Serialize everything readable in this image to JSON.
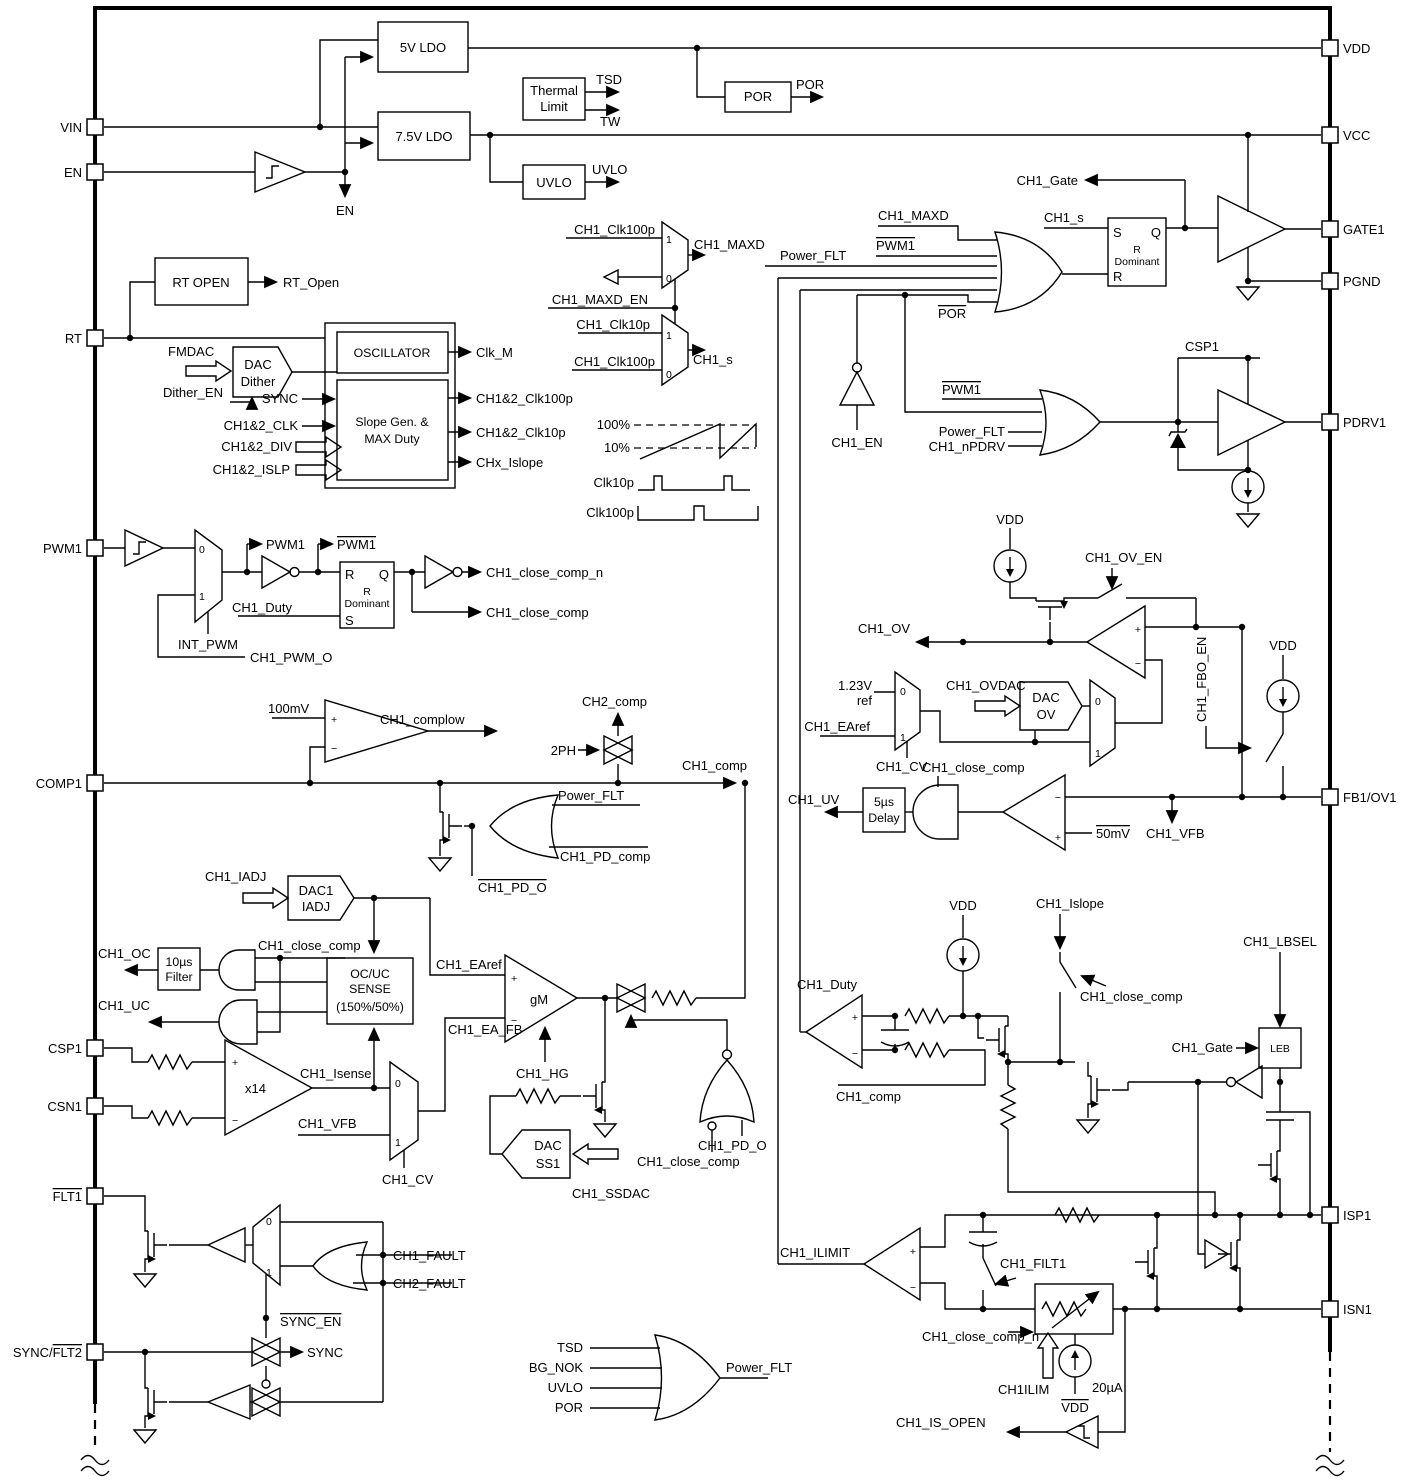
{
  "pins_left": [
    {
      "label": "VIN"
    },
    {
      "label": "EN"
    },
    {
      "label": "RT"
    },
    {
      "label": "PWM1"
    },
    {
      "label": "COMP1"
    },
    {
      "label": "CSP1"
    },
    {
      "label": "CSN1"
    },
    {
      "label": "FLT1",
      "overline": true
    },
    {
      "pre": "SYNC/",
      "ovpart": "FLT2"
    }
  ],
  "pins_right": [
    {
      "label": "VDD"
    },
    {
      "label": "VCC"
    },
    {
      "label": "GATE1"
    },
    {
      "label": "PGND"
    },
    {
      "label": "PDRV1"
    },
    {
      "label": "FB1/OV1"
    },
    {
      "label": "ISP1"
    },
    {
      "label": "ISN1"
    }
  ],
  "power": {
    "ldo5": "5V LDO",
    "ldo75": "7.5V LDO",
    "thermal1": "Thermal",
    "thermal2": "Limit",
    "tsd": "TSD",
    "tw": "TW",
    "por_block": "POR",
    "por_out": "POR",
    "uvlo_block": "UVLO",
    "uvlo_out": "UVLO",
    "en_net": "EN"
  },
  "osc": {
    "rt_open_block": "RT OPEN",
    "rt_open": "RT_Open",
    "fmdac": "FMDAC",
    "dac1": "DAC",
    "dac2": "Dither",
    "dither_en": "Dither_EN",
    "sync": "SYNC",
    "clk": "CH1&2_CLK",
    "div": "CH1&2_DIV",
    "islp": "CH1&2_ISLP",
    "oscillator": "OSCILLATOR",
    "slope1": "Slope Gen. &",
    "slope2": "MAX Duty",
    "clk_m": "Clk_M",
    "clk100": "CH1&2_Clk100p",
    "clk10": "CH1&2_Clk10p",
    "islope": "CHx_Islope"
  },
  "clocks": {
    "clk100p_a": "CH1_Clk100p",
    "maxd": "CH1_MAXD",
    "maxd_en": "CH1_MAXD_EN",
    "clk10p": "CH1_Clk10p",
    "clk100p_b": "CH1_Clk100p",
    "s": "CH1_s",
    "p100": "100%",
    "p10": "10%",
    "wave10": "Clk10p",
    "wave100": "Clk100p",
    "one": "1",
    "zero": "0"
  },
  "pwm": {
    "pwm1": "PWM1",
    "pwm1n": "PWM1",
    "int_pwm": "INT_PWM",
    "pwm_o": "CH1_PWM_O",
    "duty": "CH1_Duty",
    "r": "R",
    "s": "S",
    "q": "Q",
    "rdom1": "R",
    "rdom2": "Dominant",
    "ccn": "CH1_close_comp_n",
    "cc": "CH1_close_comp",
    "one": "1",
    "zero": "0"
  },
  "comp": {
    "mv100": "100mV",
    "complow": "CH1_complow",
    "ch2comp": "CH2_comp",
    "ph2": "2PH",
    "ch1comp": "CH1_comp",
    "pflt": "Power_FLT",
    "pdcomp": "CH1_PD_comp",
    "pdo": "CH1_PD_O"
  },
  "iadj": {
    "sig": "CH1_IADJ",
    "block1": "DAC1",
    "block2": "IADJ"
  },
  "oc": {
    "oc": "CH1_OC",
    "filter1": "10µs",
    "filter2": "Filter",
    "uc": "CH1_UC",
    "close_comp": "CH1_close_comp",
    "sense1": "OC/UC",
    "sense2": "SENSE",
    "sense3": "(150%/50%)",
    "x14": "x14",
    "isense": "CH1_Isense",
    "vfb": "CH1_VFB",
    "cv": "CH1_CV",
    "earef": "CH1_EAref",
    "eafb": "CH1_EA_FB",
    "one": "1",
    "zero": "0"
  },
  "gm": {
    "gm": "gM",
    "hg": "CH1_HG",
    "dac1": "DAC",
    "dac2": "SS1",
    "ssdac": "CH1_SSDAC",
    "close_comp": "CH1_close_comp",
    "pdo": "CH1_PD_O"
  },
  "gate": {
    "maxd": "CH1_MAXD",
    "pwm1n": "PWM1",
    "pflt": "Power_FLT",
    "por": "POR",
    "en": "CH1_EN",
    "s_sig": "CH1_s",
    "gate_sig": "CH1_Gate",
    "S": "S",
    "R": "R",
    "Q": "Q",
    "rdom1": "R",
    "rdom2": "Dominant"
  },
  "pdrv": {
    "pwm1n": "PWM1",
    "pflt": "Power_FLT",
    "npdrv": "CH1_nPDRV",
    "csp1": "CSP1"
  },
  "ov": {
    "vdd1": "VDD",
    "ov_en": "CH1_OV_EN",
    "ov": "CH1_OV",
    "ref1": "1.23V",
    "ref2": "ref",
    "earef": "CH1_EAref",
    "cv": "CH1_CV",
    "ovdac": "CH1_OVDAC",
    "dac1": "DAC",
    "dac2": "OV",
    "fbo_en": "CH1_FBO_EN",
    "vdd2": "VDD",
    "one": "1",
    "zero": "0"
  },
  "uv": {
    "uv": "CH1_UV",
    "delay1": "5µs",
    "delay2": "Delay",
    "close_comp": "CH1_close_comp",
    "mv50": "50mV",
    "vfb": "CH1_VFB"
  },
  "slope": {
    "vdd": "VDD",
    "islope": "CH1_Islope",
    "close_comp": "CH1_close_comp",
    "duty": "CH1_Duty",
    "comp": "CH1_comp",
    "lbsel": "CH1_LBSEL",
    "gate": "CH1_Gate",
    "leb": "LEB"
  },
  "ilim": {
    "ilimit": "CH1_ILIMIT",
    "filt1": "CH1_FILT1",
    "ccn": "CH1_close_comp_n",
    "ch1ilim": "CH1ILIM",
    "ua20": "20µA",
    "vdd": "VDD",
    "isopen": "CH1_IS_OPEN"
  },
  "fault": {
    "ch1": "CH1_FAULT",
    "ch2": "CH2_FAULT",
    "sync_en": "SYNC_EN",
    "sync": "SYNC",
    "one": "1",
    "zero": "0"
  },
  "pflt": {
    "tsd": "TSD",
    "bgnok": "BG_NOK",
    "uvlo": "UVLO",
    "por": "POR",
    "out": "Power_FLT"
  }
}
